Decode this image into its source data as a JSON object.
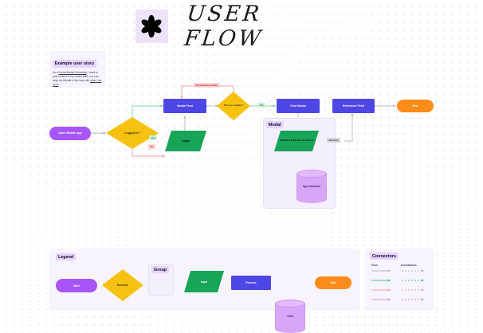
{
  "header": {
    "title": "USER FLOW",
    "logo_icon": "flower-asterisk-icon",
    "logo_bg": "#ece3fb"
  },
  "user_story": {
    "title": "Example user story",
    "role": "Social Media Enthusiast",
    "body_lead": "As a ",
    "body_rest": ", I want to post content to my media feed, so I can keep my friends in the loop with ",
    "body_link": "what I am up to",
    "body_end": "."
  },
  "flow": {
    "nodes": [
      {
        "id": "open-mobile-app",
        "label": "Open Mobile App",
        "type": "start",
        "color": "#a855f7"
      },
      {
        "id": "logged-in",
        "label": "Logged in?",
        "type": "decision",
        "color": "#f5c211"
      },
      {
        "id": "login",
        "label": "Login",
        "type": "input",
        "color": "#18a558"
      },
      {
        "id": "media-feed",
        "label": "Media Feed",
        "type": "process",
        "color": "#4e46e5"
      },
      {
        "id": "post-an-update",
        "label": "Post an update?",
        "type": "decision",
        "color": "#f5c211"
      },
      {
        "id": "post-modal",
        "label": "Post Modal",
        "type": "process",
        "color": "#4e46e5"
      },
      {
        "id": "add-text-photos",
        "label": "Add Text & Photos & Submit",
        "type": "input",
        "color": "#18a558"
      },
      {
        "id": "app-database",
        "label": "App Database",
        "type": "data",
        "color": "#d8a6f7"
      },
      {
        "id": "refreshed-feed",
        "label": "Refreshed Feed",
        "type": "process",
        "color": "#4e46e5"
      },
      {
        "id": "end",
        "label": "End",
        "type": "end",
        "color": "#fb8c19"
      }
    ],
    "edge_labels": {
      "yes_logged_in": "Yes",
      "no_logged_in": "No",
      "no_animates_back": "No (animates back)",
      "yes_post_update": "Yes",
      "success": "Success"
    },
    "group_modal": "Modal"
  },
  "legend": {
    "title": "Legend",
    "group_title": "Group",
    "items": [
      {
        "label": "Start",
        "shape": "rounded-rect",
        "color": "#a855f7"
      },
      {
        "label": "Decision",
        "shape": "diamond",
        "color": "#f5c211"
      },
      {
        "label": "Group",
        "shape": "group-box",
        "color": "#f3effd"
      },
      {
        "label": "Input",
        "shape": "parallelogram",
        "color": "#18a558"
      },
      {
        "label": "Process",
        "shape": "rect",
        "color": "#4e46e5"
      },
      {
        "label": "Data",
        "shape": "cylinder",
        "color": "#d8a6f7"
      },
      {
        "label": "End",
        "shape": "rounded-rect",
        "color": "#fb8c19"
      }
    ]
  },
  "connectors": {
    "title": "Connectors",
    "col_flow": "Flow",
    "col_annotations": "Annotations",
    "rows": [
      {
        "color": "#b9b6c4",
        "name": "gray"
      },
      {
        "color": "#4cc48a",
        "name": "green"
      },
      {
        "color": "#f2a6a6",
        "name": "red"
      },
      {
        "color": "#c9a0ef",
        "name": "purple"
      }
    ]
  },
  "canvas": {
    "background": "#ffffff",
    "dot_color": "#e4e0ee"
  }
}
